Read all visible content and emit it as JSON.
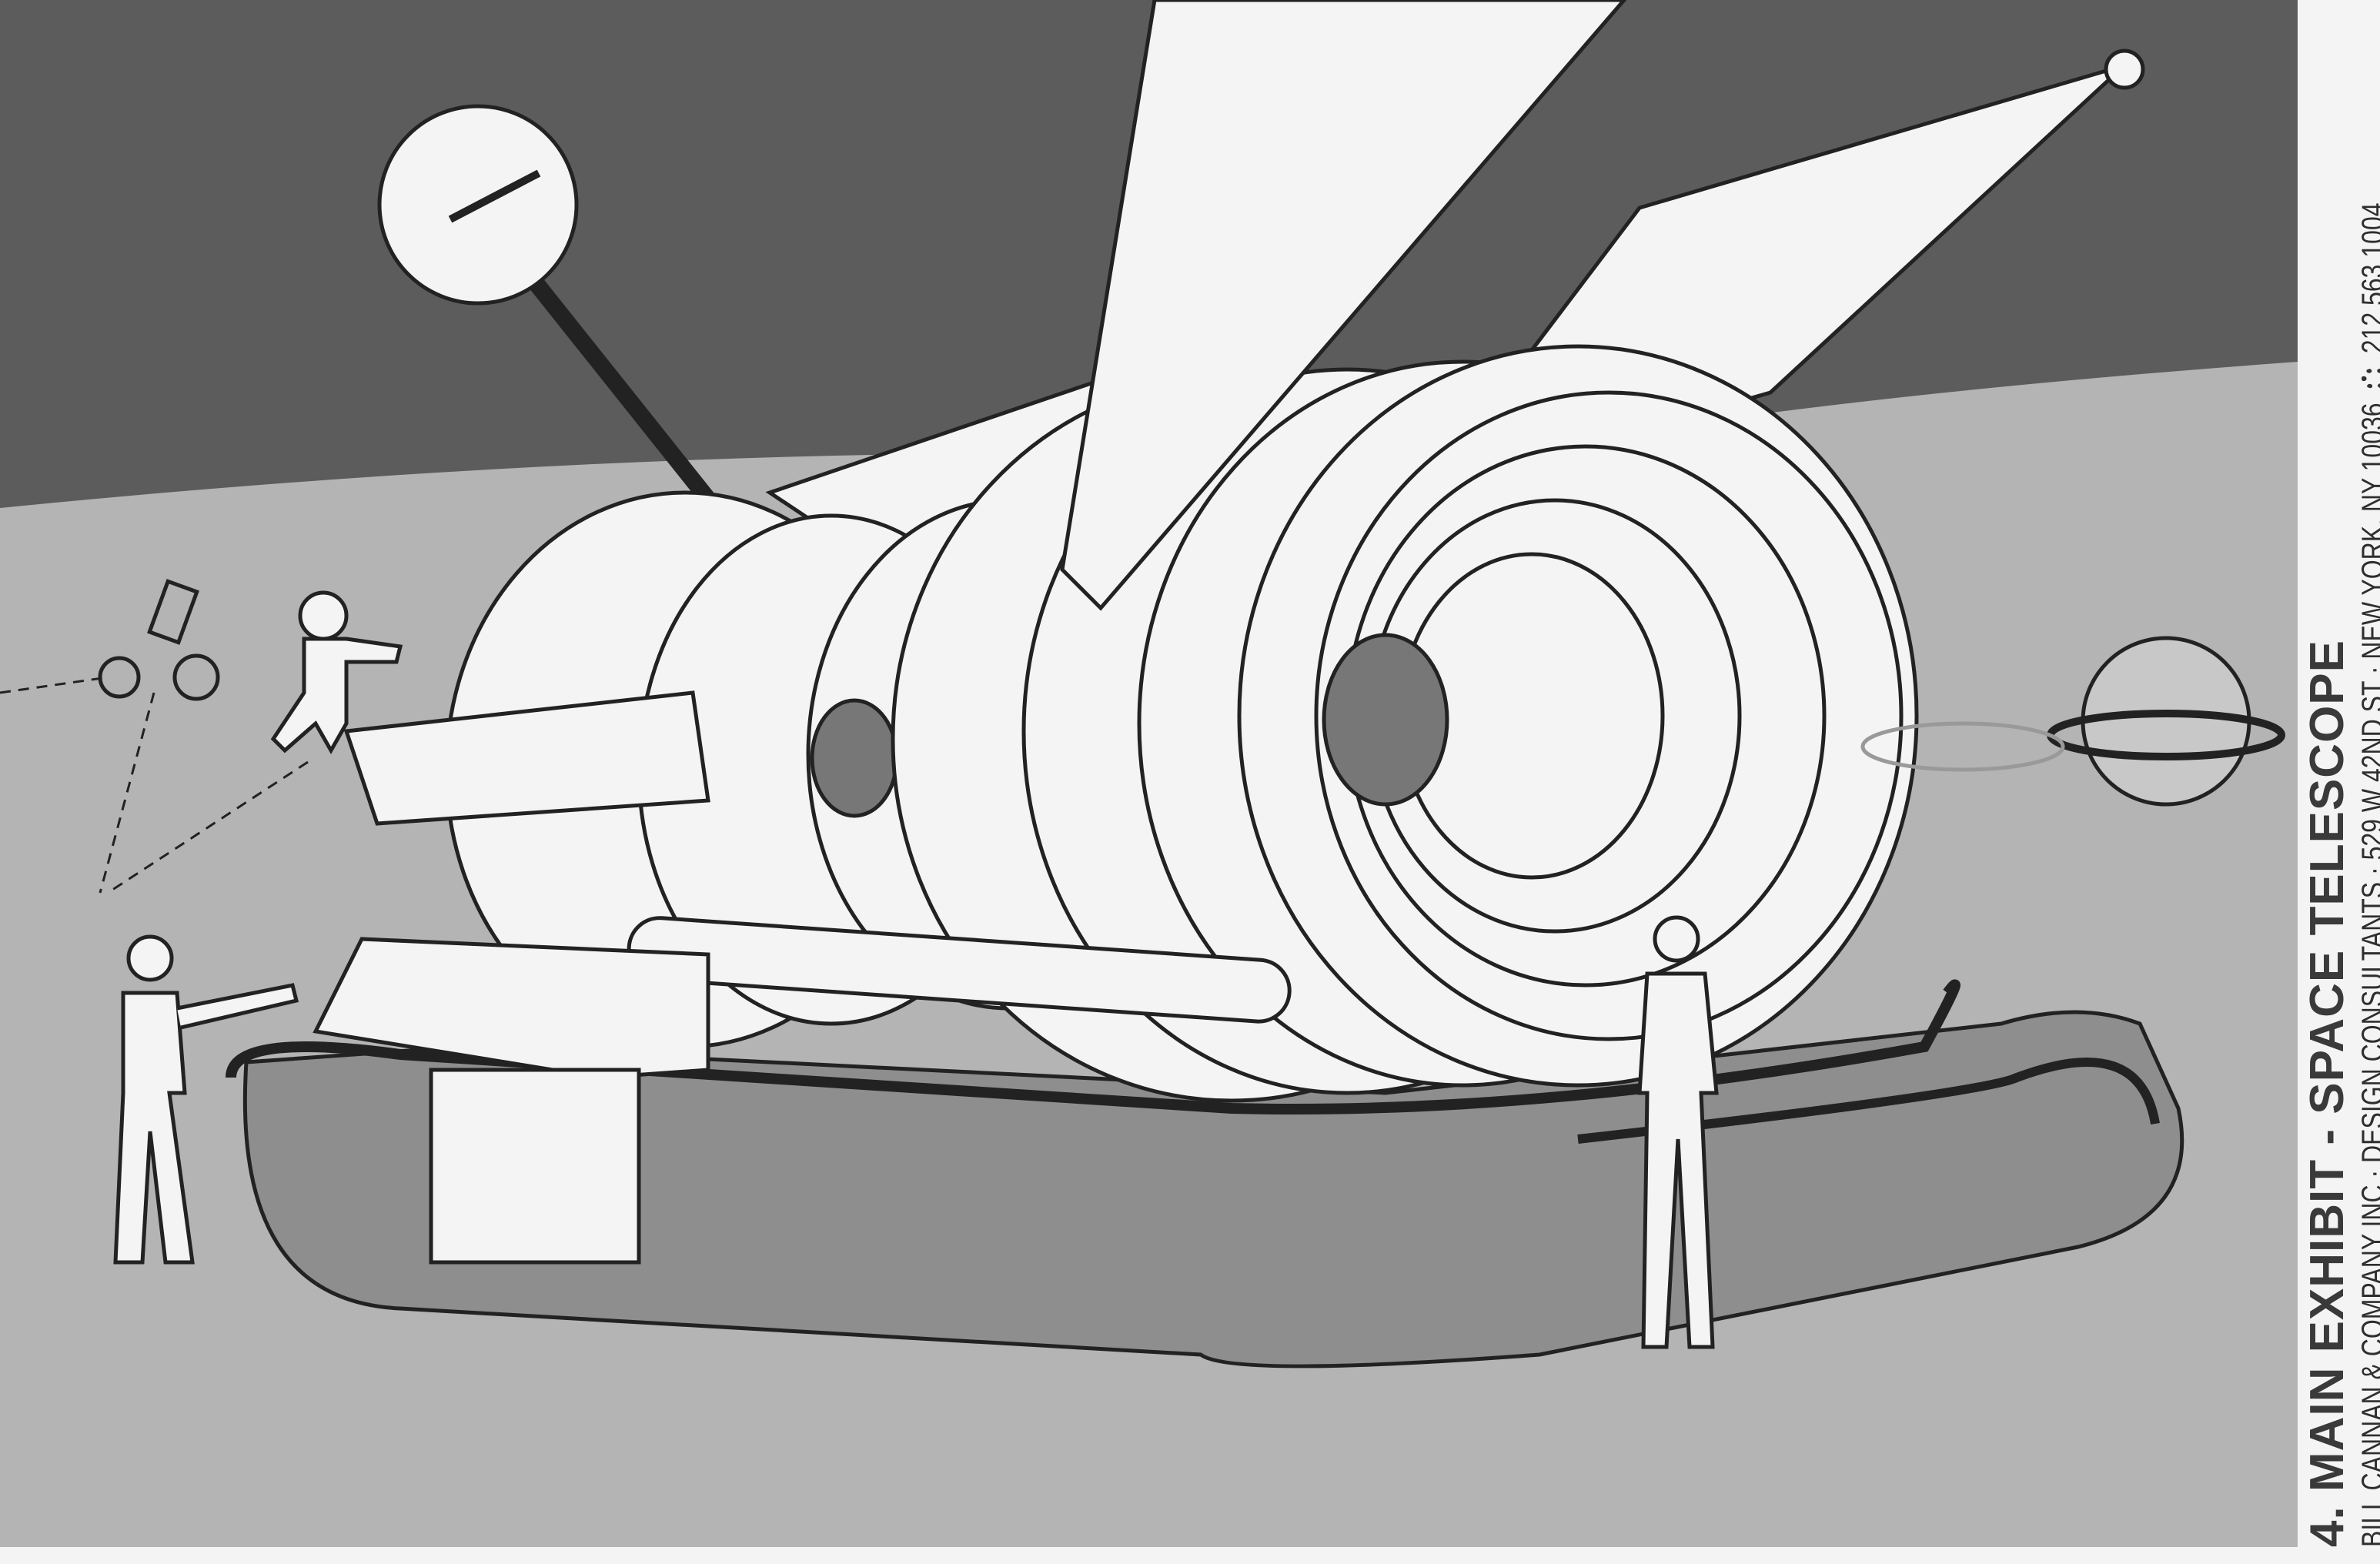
{
  "caption": {
    "title": "4. MAIN EXHIBIT - SPACE TELESCOPE",
    "company": "BILL CANNAN & COMPANY INC · DESIGN CONSULTANTS · 529 W 42ND ST · NEW YORK, NY 10036",
    "phone_icon": "telephone-dial-icon",
    "phone": "212 563 1004"
  },
  "colors": {
    "sky": "#5c5c5c",
    "floor": "#b4b4b4",
    "platform": "#8e8e8e",
    "line": "#222222",
    "paper": "#f4f4f4"
  }
}
